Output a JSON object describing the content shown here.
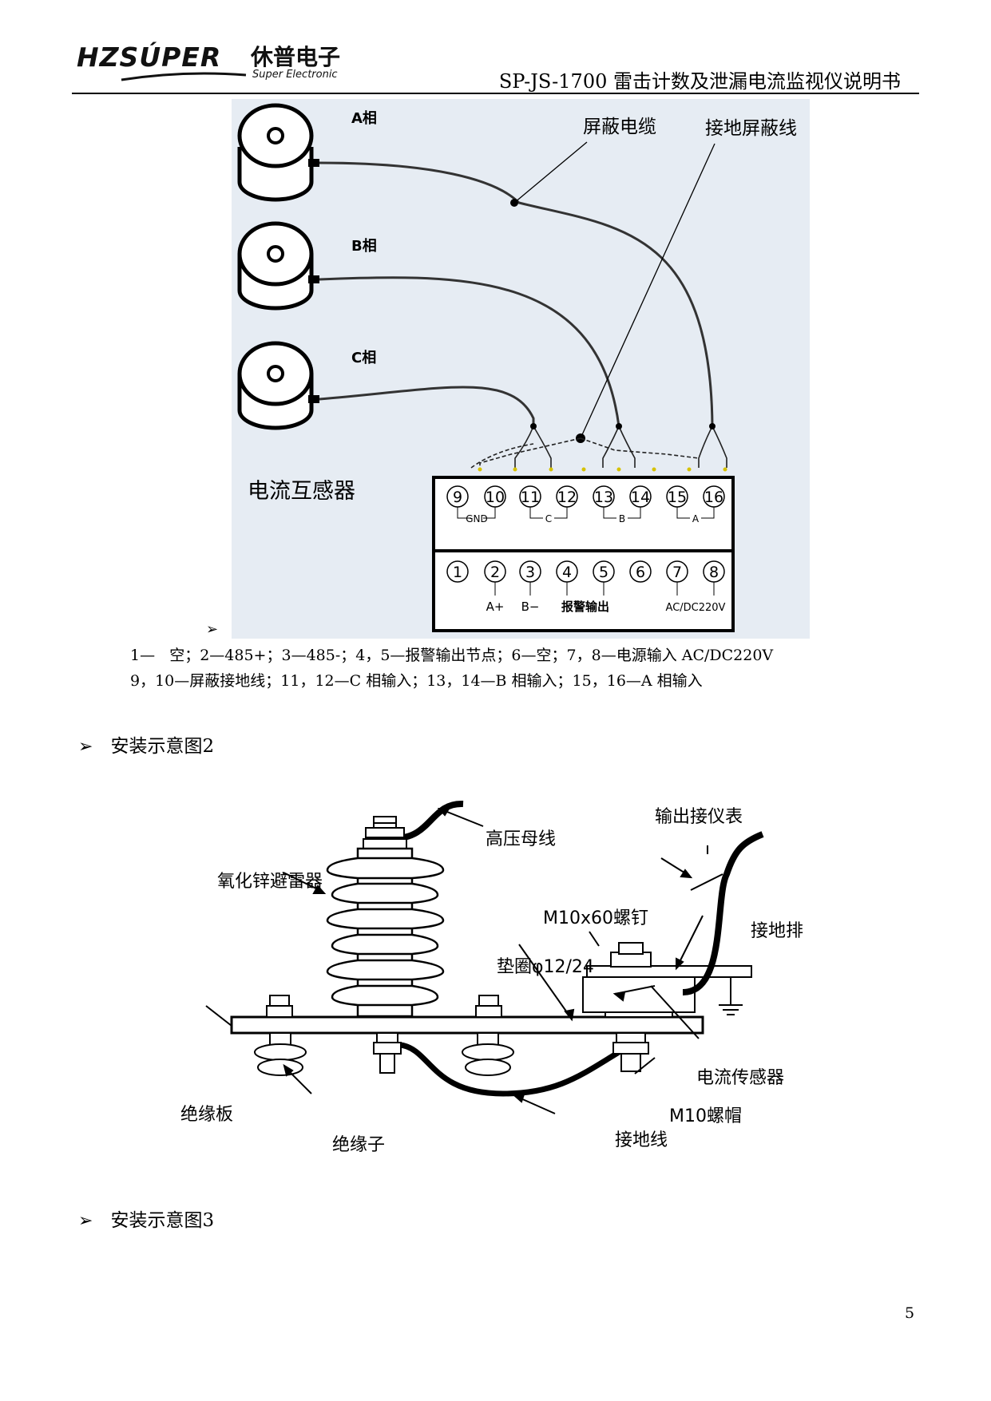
{
  "header": {
    "logo_text": "HZSÚPER",
    "logo_cn": "休普电子",
    "logo_sub": "Super Electronic",
    "doc_title": "SP-JS-1700 雷击计数及泄漏电流监视仪说明书"
  },
  "figure1": {
    "phase_labels": [
      "A相",
      "B相",
      "C相"
    ],
    "shield_cable_label": "屏蔽电缆",
    "ground_shield_label": "接地屏蔽线",
    "ct_label": "电流互感器",
    "upper_terminals": [
      "9",
      "10",
      "11",
      "12",
      "13",
      "14",
      "15",
      "16"
    ],
    "upper_groups": [
      "GND",
      "C",
      "B",
      "A"
    ],
    "lower_terminals": [
      "1",
      "2",
      "3",
      "4",
      "5",
      "6",
      "7",
      "8"
    ],
    "lower_labels": [
      "A+",
      "B−",
      "报警输出",
      "AC/DC220V"
    ],
    "bullet": "➢"
  },
  "legend": {
    "line1": "1—   空；2—485+；3—485-；4，5—报警输出节点；6—空；7，8—电源输入 AC/DC220V",
    "line2": "9，10—屏蔽接地线；11，12—C 相输入；13，14—B 相输入；15，16—A 相输入"
  },
  "section2": {
    "bullet": "➢",
    "title": "安装示意图2"
  },
  "figure2": {
    "labels": {
      "busbar": "高压母线",
      "output_meter": "输出接仪表",
      "arrester": "氧化锌避雷器",
      "screw": "M10x60螺钉",
      "ground_bar": "接地排",
      "washer": "垫圈φ12/24",
      "insulating_board": "绝缘板",
      "current_sensor": "电流传感器",
      "nut": "M10螺帽",
      "insulator": "绝缘子",
      "ground_wire": "接地线"
    }
  },
  "section3": {
    "bullet": "➢",
    "title": "安装示意图3"
  },
  "page_number": "5"
}
